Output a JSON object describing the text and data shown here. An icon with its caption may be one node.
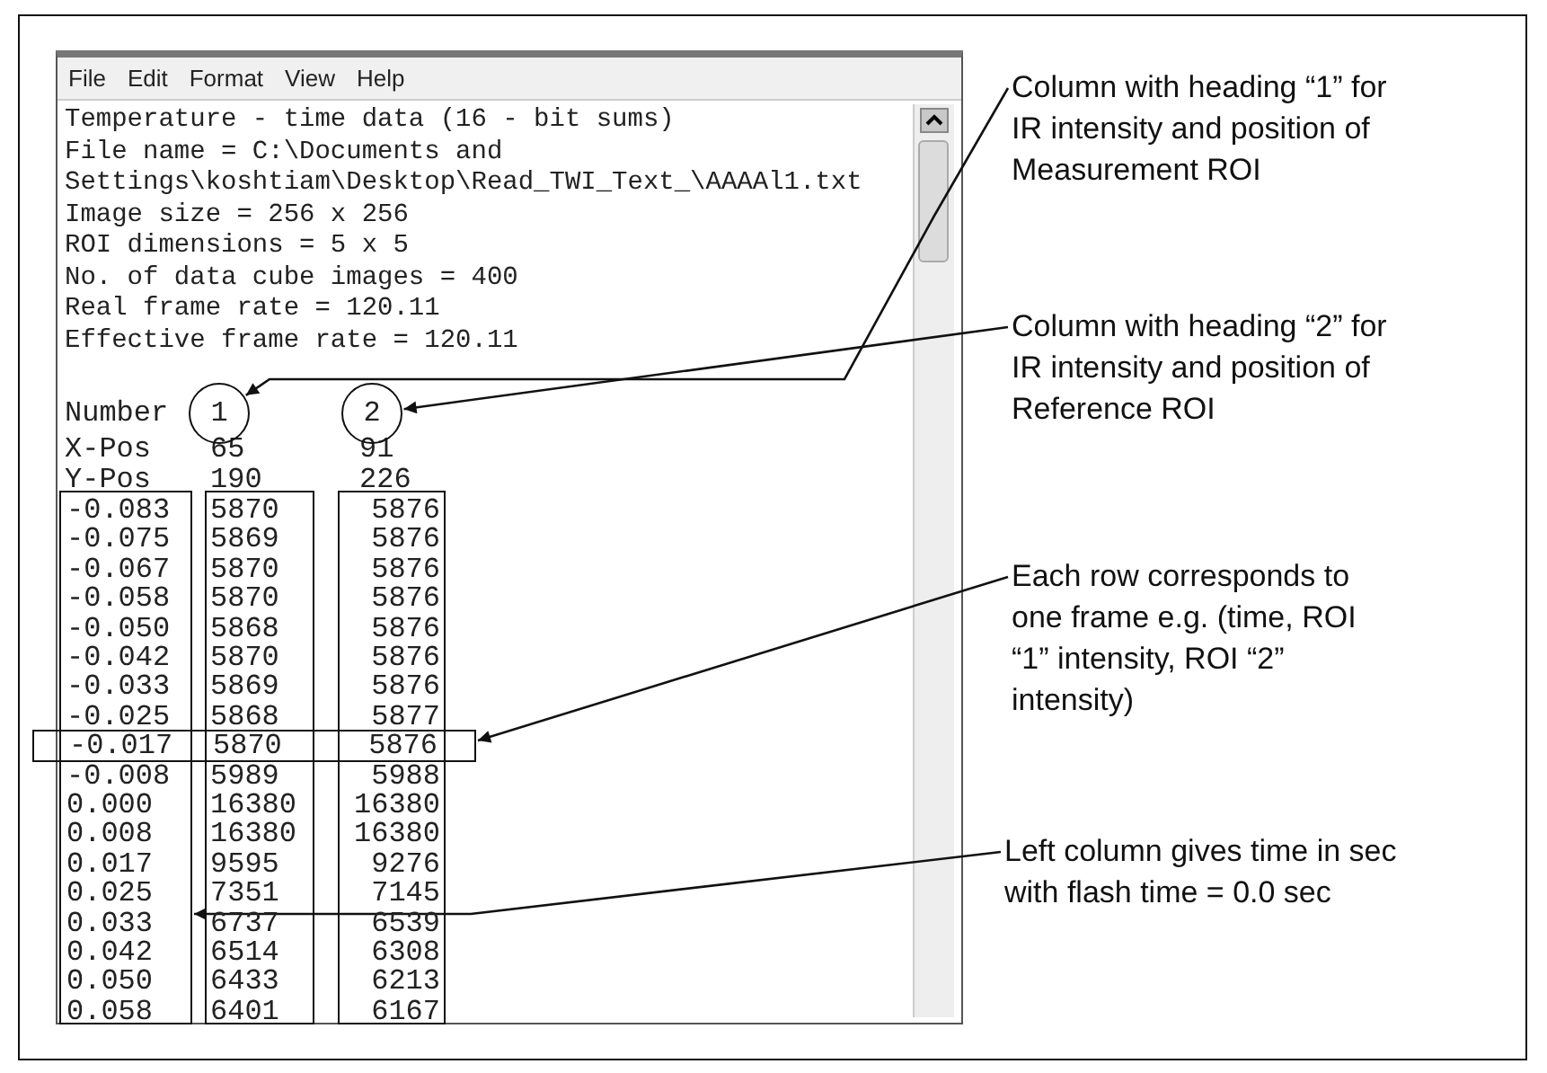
{
  "diagram": {
    "nodes": [
      {
        "text": [
          "Column with heading “1” for IR intensity and position of Measurement ROI"
        ]
      },
      {
        "text": [
          "1"
        ]
      },
      {
        "text": [
          "Column with heading “2” for IR intensity and position of Reference ROI"
        ]
      },
      {
        "text": [
          "2"
        ]
      },
      {
        "text": [
          "Each row corresponds to one frame e.g. (time, ROI “1” intensity, ROI “2” intensity)"
        ]
      },
      {
        "text": [
          "-0.017",
          "5870",
          "5876"
        ]
      },
      {
        "text": [
          "Left column gives time in sec with flash time = 0.0 sec"
        ]
      },
      {
        "text": [
          "-0.083",
          "-0.075",
          "-0.067",
          "-0.058",
          "-0.050",
          "-0.042",
          "-0.033",
          "-0.025",
          "-0.008",
          "0.000",
          "0.008",
          "0.017",
          "0.025",
          "0.033",
          "0.042",
          "0.050",
          "0.058"
        ]
      },
      {
        "text": [
          "5870",
          "5869",
          "5870",
          "5870",
          "5868",
          "5870",
          "5869",
          "5868",
          "5989",
          "16380",
          "16380",
          "9595",
          "7351",
          "6737",
          "6514",
          "6433",
          "6401"
        ]
      },
      {
        "text": [
          "5876",
          "5876",
          "5876",
          "5876",
          "5876",
          "5876",
          "5876",
          "5877",
          "5988",
          "16380",
          "16380",
          "9276",
          "7145",
          "6539",
          "6308",
          "6213",
          "6167"
        ]
      }
    ],
    "edges": [
      {
        "from": 0,
        "to": 1,
        "arrow": "to"
      },
      {
        "from": 2,
        "to": 3,
        "arrow": "to"
      },
      {
        "from": 4,
        "to": 5,
        "arrow": "to"
      },
      {
        "from": 6,
        "to": 7,
        "arrow": "to"
      }
    ],
    "labels": [
      "File",
      "Edit",
      "Format",
      "View",
      "Help",
      "Temperature - time data (16 - bit sums)",
      "File name = C:\\Documents and Settings\\koshtiam\\Desktop\\Read_TWI_Text_\\AAAAl1.txt",
      "Image size = 256 x 256",
      "ROI dimensions = 5 x 5",
      "No. of data cube images = 400",
      "Real frame rate = 120.11",
      "Effective frame rate = 120.11",
      "Number",
      "X-Pos",
      "65",
      "91",
      "Y-Pos",
      "190",
      "226"
    ]
  }
}
